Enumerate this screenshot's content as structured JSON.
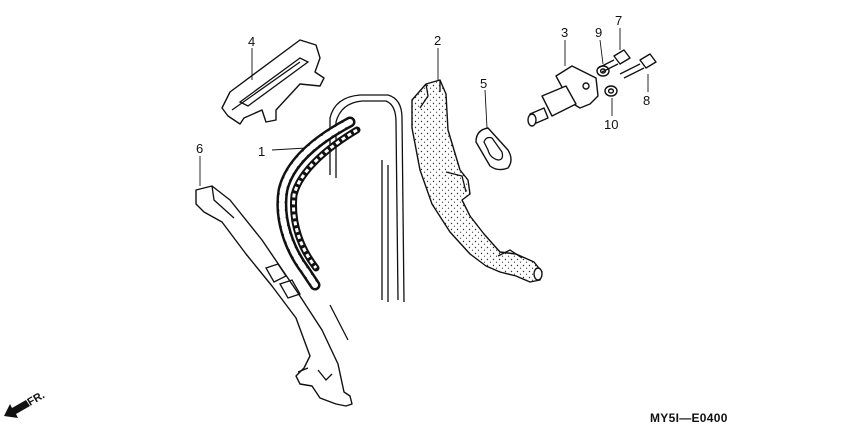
{
  "parts": [
    {
      "number": "1",
      "part": "cam-chain"
    },
    {
      "number": "2",
      "part": "tensioner-slipper"
    },
    {
      "number": "3",
      "part": "tensioner-lifter"
    },
    {
      "number": "4",
      "part": "chain-guide-top"
    },
    {
      "number": "5",
      "part": "gasket"
    },
    {
      "number": "6",
      "part": "chain-guide"
    },
    {
      "number": "7",
      "part": "bolt-short"
    },
    {
      "number": "8",
      "part": "bolt-long"
    },
    {
      "number": "9",
      "part": "washer"
    },
    {
      "number": "10",
      "part": "washer-lower"
    }
  ],
  "diagram_code": "MY5I—E0400",
  "direction_label": "FR."
}
